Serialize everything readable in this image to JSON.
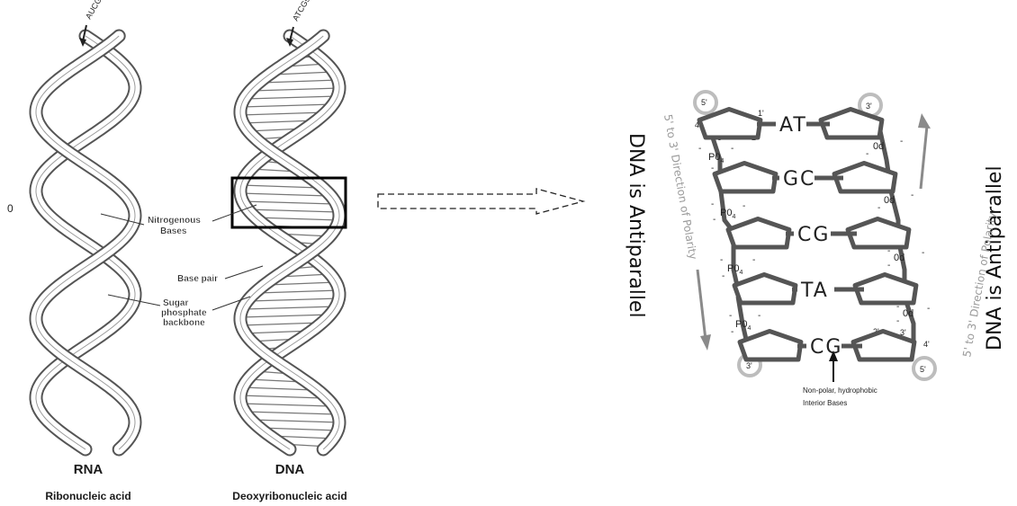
{
  "left_panel": {
    "rna_title": "RNA",
    "rna_subtitle": "Ribonucleic acid",
    "dna_title": "DNA",
    "dna_subtitle": "Deoxyribonucleic acid",
    "rna_top_tag": "AUCGs",
    "dna_top_tag": "ATCGs",
    "labels": {
      "nitrogenous_bases": [
        "Nitrogenous",
        "Bases"
      ],
      "base_pair": "Base pair",
      "sugar_backbone": [
        "Sugar",
        "phosphate",
        "backbone"
      ]
    }
  },
  "right_panel": {
    "rows": [
      {
        "pair": "AT"
      },
      {
        "pair": "GC"
      },
      {
        "pair": "CG"
      },
      {
        "pair": "TA"
      },
      {
        "pair": "CG"
      }
    ],
    "phosphate_label": "P0",
    "phosphate_sub": "4",
    "od_label": "0d",
    "carbon_labels": {
      "c5": "5'",
      "c4": "4'",
      "c3": "3'",
      "c2": "2'",
      "c1": "1'"
    },
    "left_caption": "DNA is Antiparallel",
    "right_caption": "DNA is Antiparallel",
    "left_polarity": "5' to 3' Direction of Polarity",
    "right_polarity": "5' to 3' Direction of Polarity",
    "interior_note": [
      "Non-polar, hydrophobic",
      "Interior Bases"
    ]
  },
  "colors": {
    "ribbon": "#555555",
    "sugar": "#555555",
    "ring_highlight": "#bdbdbd",
    "polarity_text": "#9a9a9a"
  }
}
